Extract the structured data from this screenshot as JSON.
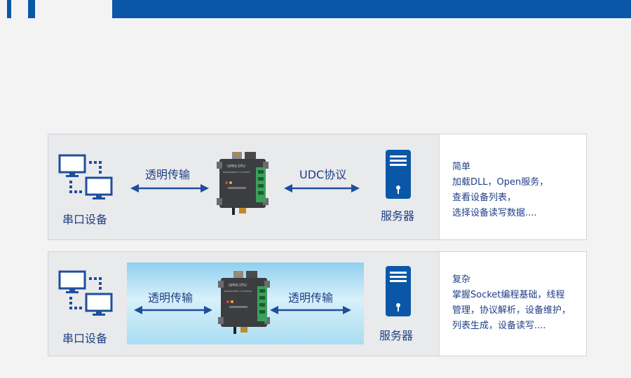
{
  "rows": [
    {
      "serial_label": "串口设备",
      "link_left_label": "透明传输",
      "link_right_label": "UDC协议",
      "server_label": "服务器",
      "description": [
        "简单",
        "加载DLL，Open服务，",
        "查看设备列表，",
        "选择设备读写数据...."
      ]
    },
    {
      "serial_label": "串口设备",
      "link_left_label": "透明传输",
      "link_right_label": "透明传输",
      "server_label": "服务器",
      "description": [
        "复杂",
        "掌握Socket编程基础，线程",
        "管理，协议解析，设备维护，",
        "列表生成，设备读写...."
      ]
    }
  ],
  "device_text": {
    "model": "GPRS DTU",
    "subtitle": "TRANSPARENT TO SERVER"
  },
  "colors": {
    "brand_blue": "#0a57a8",
    "text_blue": "#1f3f86",
    "arrow_blue": "#1d4f9c"
  },
  "icons": [
    "monitor-icon",
    "dotted-link-icon",
    "double-arrow-icon",
    "dtu-device-icon",
    "server-icon"
  ]
}
